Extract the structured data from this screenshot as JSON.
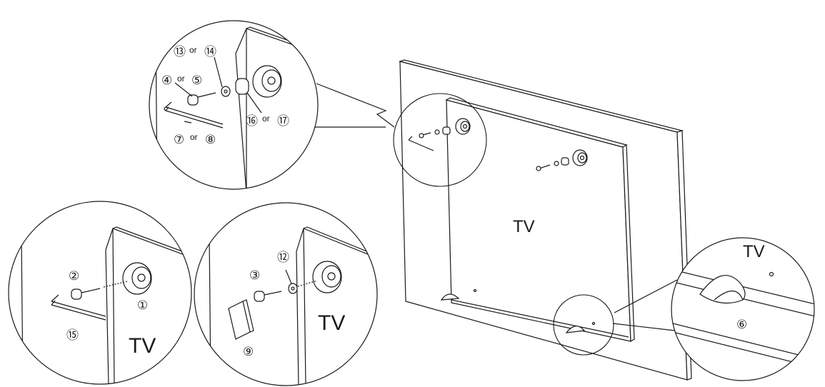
{
  "labels": {
    "tv": "TV",
    "or": "or",
    "n1": "①",
    "n2": "②",
    "n3": "③",
    "n4": "④",
    "n5": "⑤",
    "n6": "⑥",
    "n7": "⑦",
    "n8": "⑧",
    "n9": "⑨",
    "n12": "⑫",
    "n13": "⑬",
    "n14": "⑭",
    "n15": "⑮",
    "n16": "⑯",
    "n17": "⑰"
  }
}
